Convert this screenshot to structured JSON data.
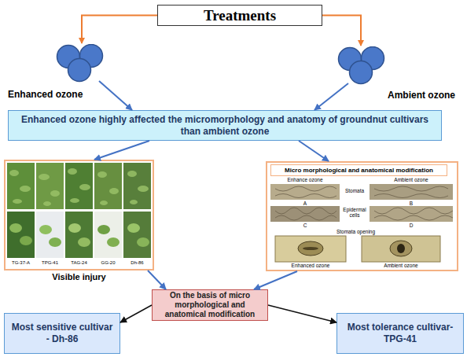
{
  "diagram": {
    "nodes": [
      {
        "text": [
          "Treatments"
        ]
      },
      {
        "text": [
          "Enhanced ozone"
        ]
      },
      {
        "text": [
          "Ambient ozone"
        ]
      },
      {
        "text": [
          "Enhanced ozone highly affected the micromorphology and anatomy of groundnut cultivars than ambient ozone"
        ]
      },
      {
        "text": [
          "Visible injury"
        ]
      },
      {
        "text": [
          "Micro morphological and anatomical modification"
        ]
      },
      {
        "text": [
          "On the basis of micro morphological and anatomical modification"
        ]
      },
      {
        "text": [
          "Most sensitive cultivar - Dh-86"
        ]
      },
      {
        "text": [
          "Most tolerance cultivar- TPG-41"
        ]
      }
    ],
    "edges": [
      {
        "from": 0,
        "to": 1,
        "arrow": "to"
      },
      {
        "from": 0,
        "to": 2,
        "arrow": "to"
      },
      {
        "from": 1,
        "to": 3,
        "arrow": "to"
      },
      {
        "from": 2,
        "to": 3,
        "arrow": "to"
      },
      {
        "from": 3,
        "to": 4,
        "arrow": "to"
      },
      {
        "from": 3,
        "to": 5,
        "arrow": "to"
      },
      {
        "from": 4,
        "to": 6,
        "arrow": "to"
      },
      {
        "from": 5,
        "to": 6,
        "arrow": "to"
      },
      {
        "from": 6,
        "to": 7,
        "arrow": "to"
      },
      {
        "from": 6,
        "to": 8,
        "arrow": "to"
      }
    ],
    "labels": [
      "TG-37-A",
      "TPG-41",
      "TAG-24",
      "GG-20",
      "Dh-86",
      "Enhance ozone",
      "Stomata",
      "Ambient ozone",
      "A",
      "B",
      "Epidermal cells",
      "C",
      "D",
      "Stomata opening",
      "Enhanced ozone",
      "Ambient ozone"
    ]
  }
}
